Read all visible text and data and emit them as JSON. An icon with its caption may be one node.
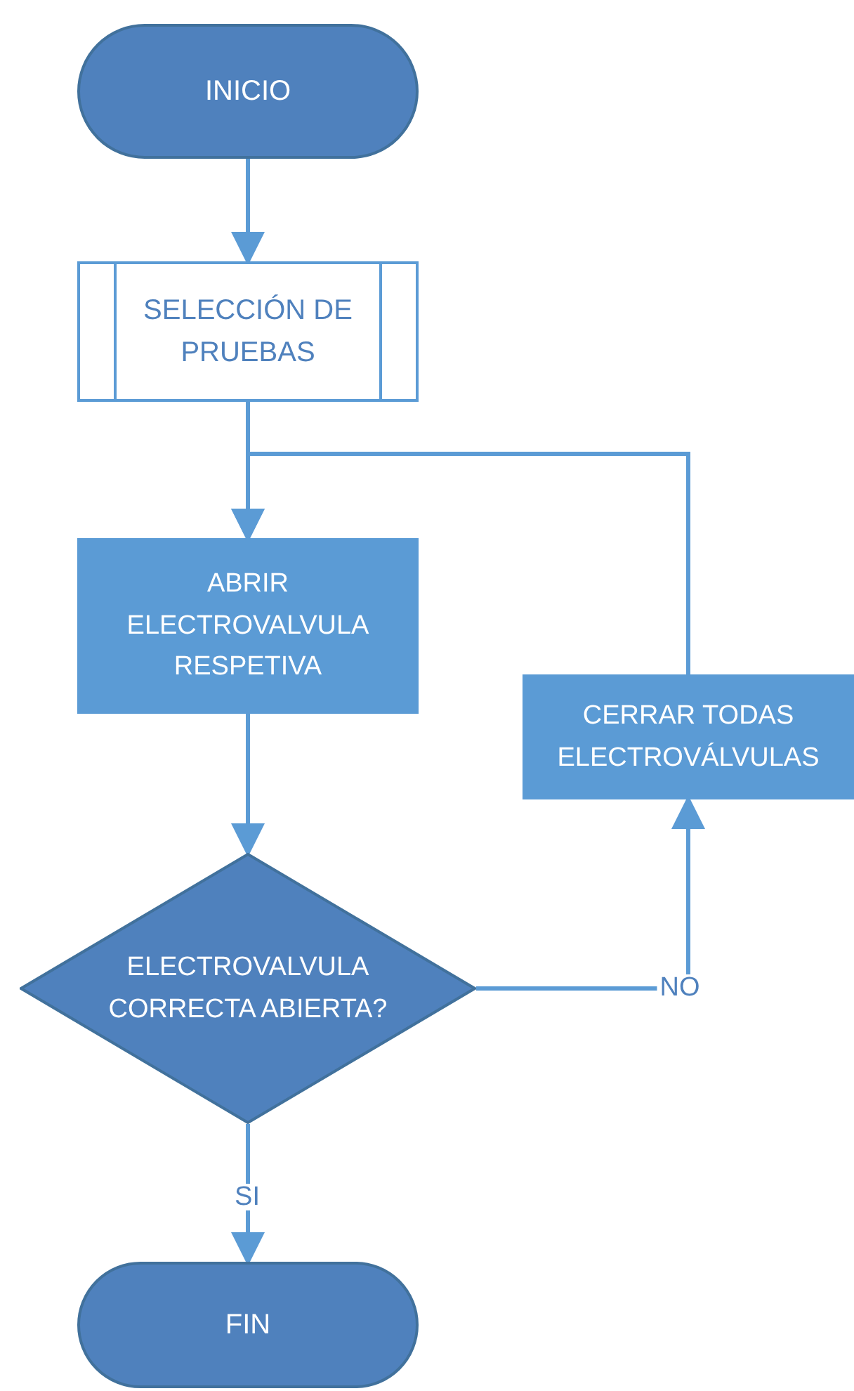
{
  "diagram": {
    "nodes": [
      {
        "text": [
          "INICIO"
        ]
      },
      {
        "text": [
          "SELECCIÓN DE PRUEBAS"
        ]
      },
      {
        "text": [
          "ABRIR ELECTROVALVULA RESPETIVA"
        ]
      },
      {
        "text": [
          "ELECTROVALVULA CORRECTA ABIERTA?"
        ]
      },
      {
        "text": [
          "FIN"
        ]
      },
      {
        "text": [
          "CERRAR TODAS ELECTROVÁLVULAS"
        ]
      }
    ],
    "edges": [
      {
        "from": 0,
        "to": 1,
        "arrow": "to"
      },
      {
        "from": 1,
        "to": 2,
        "arrow": "to"
      },
      {
        "from": 2,
        "to": 3,
        "arrow": "to"
      },
      {
        "from": 3,
        "to": 4,
        "arrow": "to",
        "label": "SI"
      },
      {
        "from": 3,
        "to": 5,
        "arrow": "to",
        "label": "NO"
      },
      {
        "from": 5,
        "to": 2,
        "arrow": "to"
      }
    ]
  }
}
